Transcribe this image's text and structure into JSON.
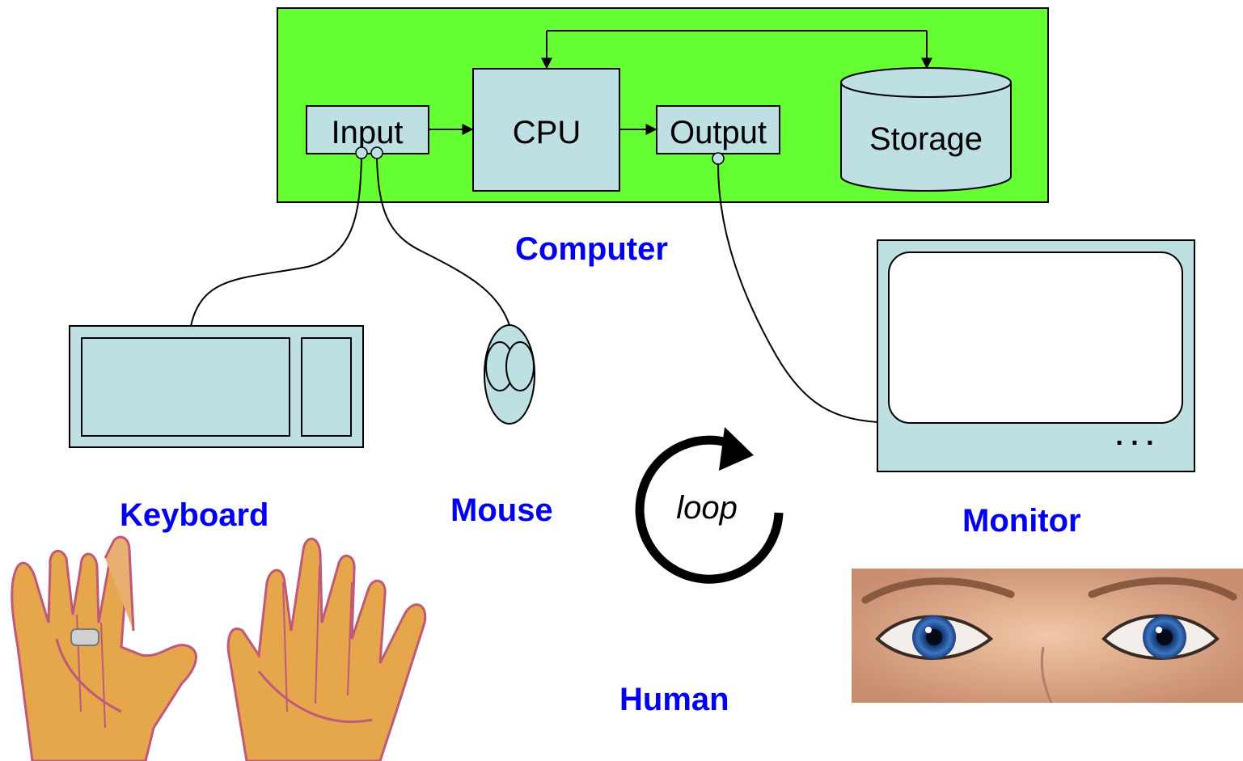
{
  "colors": {
    "computer_panel": "#66ff33",
    "component_fill": "#bfe0e2",
    "label": "#0000ee",
    "line": "#000000"
  },
  "computer": {
    "label": "Computer",
    "input": "Input",
    "cpu": "CPU",
    "output": "Output",
    "storage": "Storage"
  },
  "peripherals": {
    "keyboard": "Keyboard",
    "mouse": "Mouse",
    "monitor": "Monitor",
    "monitor_dots": ". . ."
  },
  "loop": {
    "label": "loop"
  },
  "human": {
    "label": "Human"
  },
  "icons": {
    "hands": "hands-illustration",
    "eyes": "eyes-illustration",
    "loop_arrow": "circular-arrow-icon"
  }
}
